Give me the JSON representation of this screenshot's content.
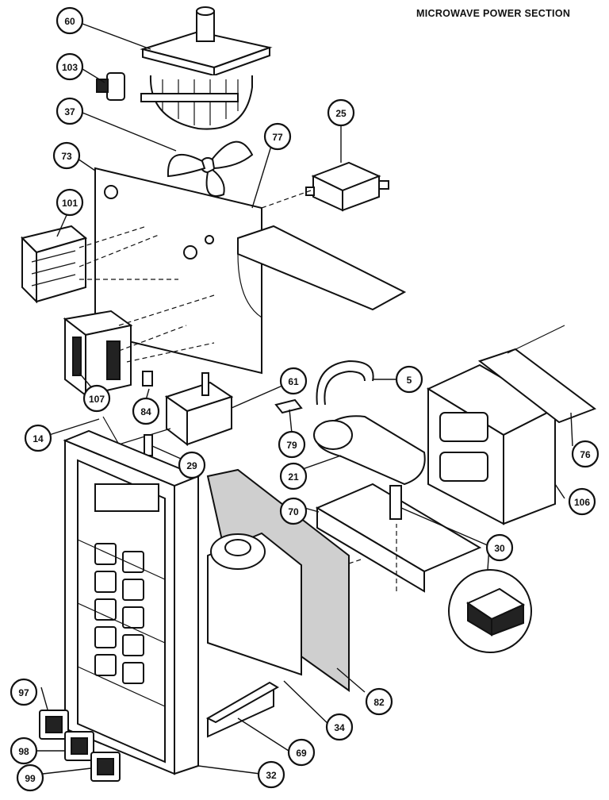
{
  "title": "MICROWAVE POWER SECTION",
  "callouts": [
    {
      "id": "60",
      "label": "60"
    },
    {
      "id": "103",
      "label": "103"
    },
    {
      "id": "37",
      "label": "37"
    },
    {
      "id": "25",
      "label": "25"
    },
    {
      "id": "77",
      "label": "77"
    },
    {
      "id": "73",
      "label": "73"
    },
    {
      "id": "101",
      "label": "101"
    },
    {
      "id": "5",
      "label": "5"
    },
    {
      "id": "61",
      "label": "61"
    },
    {
      "id": "107",
      "label": "107"
    },
    {
      "id": "84",
      "label": "84"
    },
    {
      "id": "79",
      "label": "79"
    },
    {
      "id": "76",
      "label": "76"
    },
    {
      "id": "14",
      "label": "14"
    },
    {
      "id": "29",
      "label": "29"
    },
    {
      "id": "21",
      "label": "21"
    },
    {
      "id": "106",
      "label": "106"
    },
    {
      "id": "70",
      "label": "70"
    },
    {
      "id": "30",
      "label": "30"
    },
    {
      "id": "97",
      "label": "97"
    },
    {
      "id": "82",
      "label": "82"
    },
    {
      "id": "34",
      "label": "34"
    },
    {
      "id": "98",
      "label": "98"
    },
    {
      "id": "69",
      "label": "69"
    },
    {
      "id": "99",
      "label": "99"
    },
    {
      "id": "32",
      "label": "32"
    }
  ]
}
